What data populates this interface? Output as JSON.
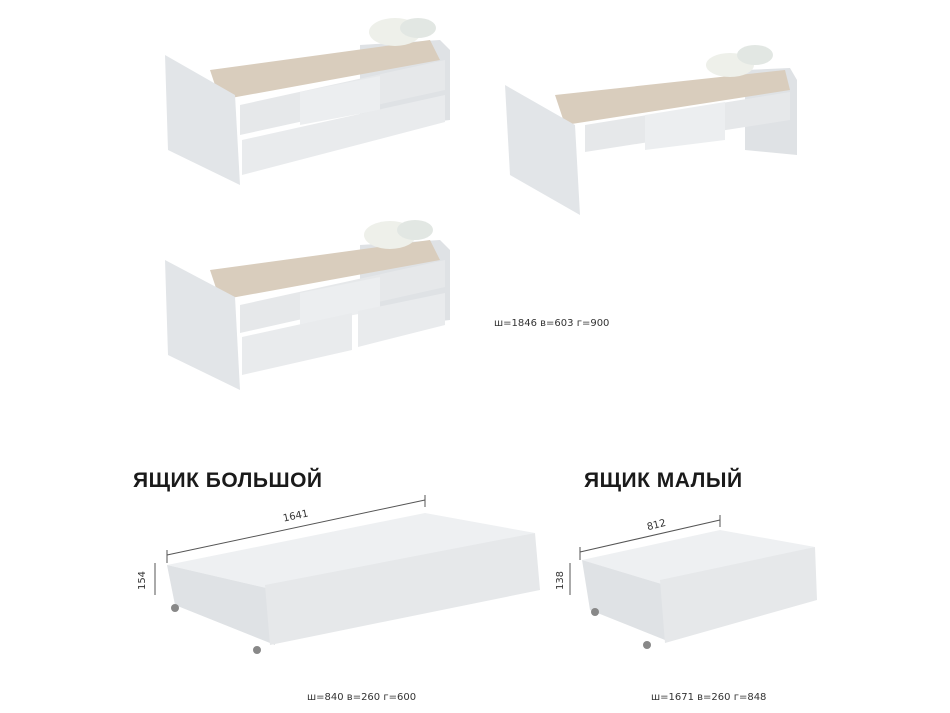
{
  "beds": {
    "dimensions_label": "ш=1846 в=603 г=900"
  },
  "large_drawer": {
    "title": "ЯЩИК БОЛЬШОЙ",
    "length_mm": "1641",
    "height_mm": "154",
    "dimensions_label": "ш=840 в=260 г=600"
  },
  "small_drawer": {
    "title": "ЯЩИК МАЛЫЙ",
    "length_mm": "812",
    "height_mm": "138",
    "dimensions_label": "ш=1671 в=260 г=848"
  },
  "colors": {
    "panel": "#e6e8ea",
    "panel_shade": "#d3d6d9",
    "mattress": "#d9cdbd",
    "text": "#1a1a1a"
  }
}
